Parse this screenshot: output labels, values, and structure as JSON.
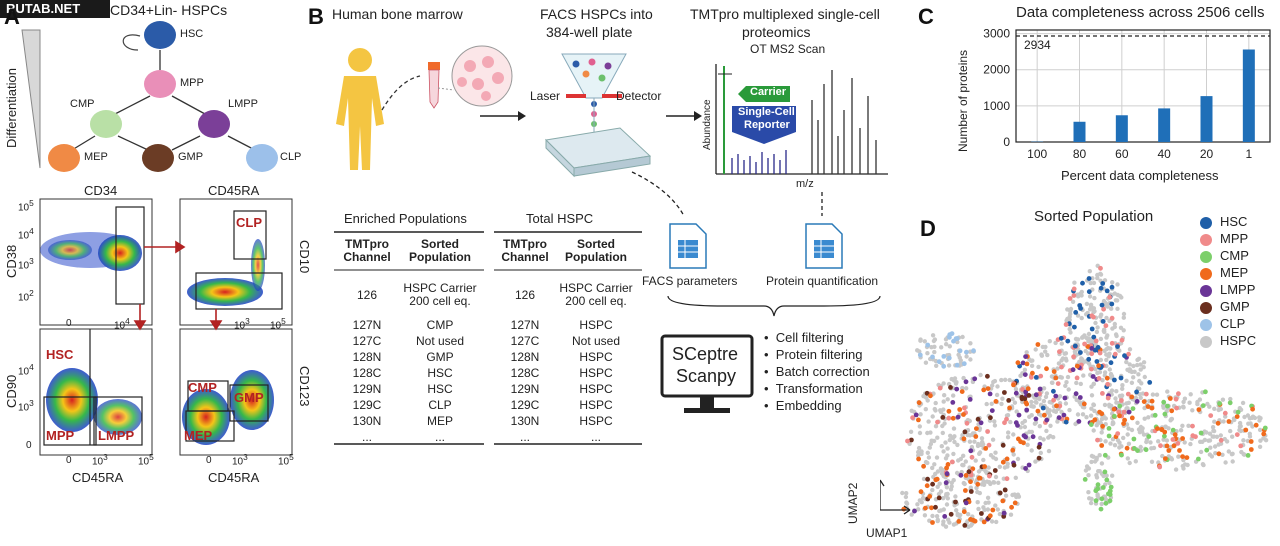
{
  "watermark": "RUTAB.NET",
  "panelA": {
    "letter": "A",
    "title": "CD34+Lin- HSPCs",
    "axis": "Differentiation",
    "nodes": [
      {
        "label": "HSC",
        "color": "#2b5ba8"
      },
      {
        "label": "MPP",
        "color": "#e98fb8"
      },
      {
        "label": "CMP",
        "color": "#b9e0a6"
      },
      {
        "label": "LMPP",
        "color": "#7b3f98"
      },
      {
        "label": "MEP",
        "color": "#f08a45"
      },
      {
        "label": "GMP",
        "color": "#6b3c25"
      },
      {
        "label": "CLP",
        "color": "#9cc0ea"
      }
    ],
    "flow": {
      "top_left_title": "CD34",
      "top_right_title": "CD45RA",
      "y_left_top": "CD38",
      "y_right_top": "CD10",
      "y_left_bottom": "CD90",
      "y_right_bottom": "CD123",
      "x_left_bottom": "CD45RA",
      "x_right_bottom": "CD45RA",
      "gates": [
        "CLP",
        "HSC",
        "MPP",
        "LMPP",
        "CMP",
        "GMP",
        "MEP"
      ],
      "ticks_x": [
        "0",
        "10",
        "10",
        "10"
      ],
      "tick_exp": [
        "",
        "3",
        "4",
        "5"
      ],
      "ticks_y_top": [
        "10",
        "10",
        "10",
        "10"
      ],
      "tick_exp_y_top": [
        "5",
        "4",
        "3",
        "2"
      ],
      "ticks_y_bottom": [
        "10",
        "10",
        "0"
      ],
      "tick_exp_y_bottom": [
        "4",
        "3",
        ""
      ]
    }
  },
  "panelB": {
    "letter": "B",
    "bone_marrow": "Human bone marrow",
    "facs_title_1": "FACS HSPCs into",
    "facs_title_2": "384-well plate",
    "laser": "Laser",
    "detector": "Detector",
    "tmt_title_1": "TMTpro multiplexed single-cell",
    "tmt_title_2": "proteomics",
    "tmt_scan": "OT MS2 Scan",
    "carrier": "Carrier",
    "reporter_1": "Single-Cell",
    "reporter_2": "Reporter",
    "abundance": "Abundance",
    "mz": "m/z",
    "facs_params": "FACS parameters",
    "protein_quant": "Protein quantification",
    "table_left_title": "Enriched Populations",
    "table_right_title": "Total HSPC",
    "col1_h1": "TMTpro",
    "col1_h2": "Channel",
    "col2_h1": "Sorted",
    "col2_h2": "Population",
    "rows_left": [
      [
        "126",
        "HSPC Carrier",
        "200 cell eq."
      ],
      [
        "127N",
        "CMP",
        ""
      ],
      [
        "127C",
        "Not used",
        ""
      ],
      [
        "128N",
        "GMP",
        ""
      ],
      [
        "128C",
        "HSC",
        ""
      ],
      [
        "129N",
        "HSC",
        ""
      ],
      [
        "129C",
        "CLP",
        ""
      ],
      [
        "130N",
        "MEP",
        ""
      ],
      [
        "...",
        "...",
        ""
      ]
    ],
    "rows_right": [
      [
        "126",
        "HSPC Carrier",
        "200 cell eq."
      ],
      [
        "127N",
        "HSPC",
        ""
      ],
      [
        "127C",
        "Not used",
        ""
      ],
      [
        "128N",
        "HSPC",
        ""
      ],
      [
        "128C",
        "HSPC",
        ""
      ],
      [
        "129N",
        "HSPC",
        ""
      ],
      [
        "129C",
        "HSPC",
        ""
      ],
      [
        "130N",
        "HSPC",
        ""
      ],
      [
        "...",
        "...",
        ""
      ]
    ],
    "software_1": "SCeptre",
    "software_2": "Scanpy",
    "steps": [
      "Cell filtering",
      "Protein filtering",
      "Batch correction",
      "Transformation",
      "Embedding"
    ]
  },
  "panelC": {
    "letter": "C"
  },
  "panelD": {
    "letter": "D",
    "title": "Sorted Population",
    "xlabel": "UMAP1",
    "ylabel": "UMAP2",
    "legend": [
      {
        "label": "HSC",
        "color": "#1f5fa8"
      },
      {
        "label": "MPP",
        "color": "#f08a8a"
      },
      {
        "label": "CMP",
        "color": "#7ccf6a"
      },
      {
        "label": "MEP",
        "color": "#f06a1c"
      },
      {
        "label": "LMPP",
        "color": "#6a3597"
      },
      {
        "label": "GMP",
        "color": "#6b2f1f"
      },
      {
        "label": "CLP",
        "color": "#9ec3e8"
      },
      {
        "label": "HSPC",
        "color": "#c8c8c8"
      }
    ]
  },
  "chart_data": {
    "type": "bar",
    "title": "Data completeness across 2506 cells",
    "xlabel": "Percent data completeness",
    "ylabel": "Number of proteins",
    "categories": [
      "100",
      "80",
      "60",
      "40",
      "20",
      "1"
    ],
    "values": [
      10,
      560,
      740,
      930,
      1270,
      2560
    ],
    "ylim": [
      0,
      3100
    ],
    "yticks": [
      "0",
      "1000",
      "2000",
      "3000"
    ],
    "reference_line": {
      "value": 2934,
      "label": "2934",
      "style": "dashed"
    },
    "bar_color": "#1f6fb8",
    "grid": true
  }
}
